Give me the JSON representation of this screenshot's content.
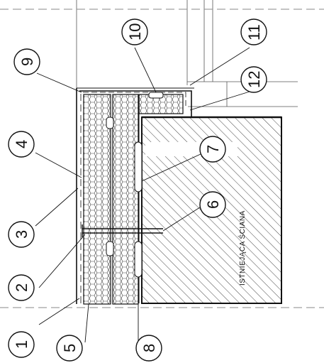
{
  "drawing": {
    "wall_label": "ISTNIEJĄCA ŚCIANA",
    "callouts": [
      "1",
      "2",
      "3",
      "4",
      "5",
      "6",
      "7",
      "8",
      "9",
      "10",
      "11",
      "12"
    ]
  },
  "colors": {
    "line": "#1a1a1a",
    "dash": "#888888",
    "hatch": "#333333"
  }
}
